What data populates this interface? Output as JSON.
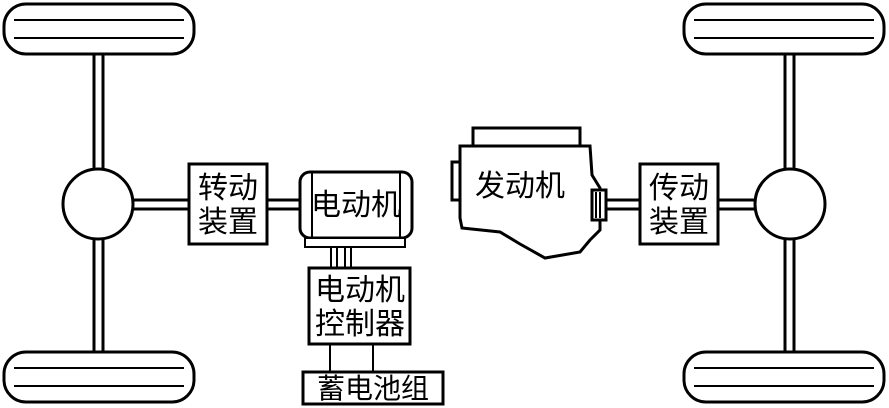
{
  "components": {
    "transfer_left": {
      "line1": "转动",
      "line2": "装置"
    },
    "motor": {
      "label": "电动机"
    },
    "motor_controller": {
      "line1": "电动机",
      "line2": "控制器"
    },
    "battery": {
      "label": "蓄电池组"
    },
    "engine": {
      "label": "发动机"
    },
    "transmission_right": {
      "line1": "传动",
      "line2": "装置"
    }
  }
}
